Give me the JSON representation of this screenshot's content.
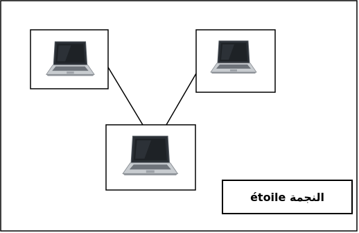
{
  "diagram": {
    "label": "étoile النجمة",
    "nodes": [
      {
        "id": "laptop-top-left",
        "icon": "laptop-icon"
      },
      {
        "id": "laptop-top-right",
        "icon": "laptop-icon"
      },
      {
        "id": "laptop-center",
        "icon": "laptop-icon"
      }
    ],
    "edges": [
      {
        "from": "laptop-top-left",
        "to": "laptop-center"
      },
      {
        "from": "laptop-top-right",
        "to": "laptop-center"
      }
    ],
    "colors": {
      "stroke": "#000000",
      "screen": "#1e2226",
      "body": "#b9bdc1"
    }
  }
}
